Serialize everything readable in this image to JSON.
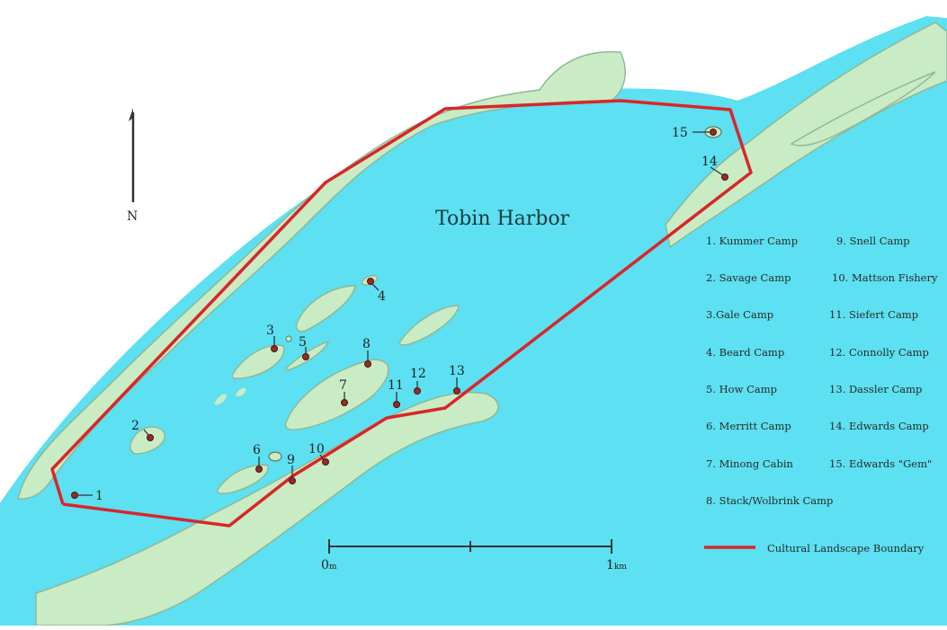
{
  "map": {
    "title": "Tobin Harbor",
    "north_label": "N",
    "scale": {
      "start_label": "0",
      "start_unit": "m",
      "end_label": "1",
      "end_unit": "km"
    },
    "colors": {
      "water": "#5ce0f2",
      "land": "#c9ecc4",
      "shore": "#8fb897",
      "boundary": "#d8262a",
      "marker": "#9c2a22",
      "text": "#2a2a2a"
    },
    "sites": [
      {
        "number": "1",
        "name": "Kummer Camp"
      },
      {
        "number": "2",
        "name": "Savage Camp"
      },
      {
        "number": "3",
        "name": "Gale Camp"
      },
      {
        "number": "4",
        "name": "Beard Camp"
      },
      {
        "number": "5",
        "name": "How Camp"
      },
      {
        "number": "6",
        "name": "Merritt Camp"
      },
      {
        "number": "7",
        "name": "Minong Cabin"
      },
      {
        "number": "8",
        "name": "Stack/Wolbrink Camp"
      },
      {
        "number": "9",
        "name": "Snell Camp"
      },
      {
        "number": "10",
        "name": "Mattson Fishery"
      },
      {
        "number": "11",
        "name": "Siefert Camp"
      },
      {
        "number": "12",
        "name": "Connolly Camp"
      },
      {
        "number": "13",
        "name": "Dassler Camp"
      },
      {
        "number": "14",
        "name": "Edwards Camp"
      },
      {
        "number": "15",
        "name": "Edwards \"Gem\""
      }
    ],
    "boundary_legend_label": "Cultural Landscape Boundary"
  }
}
